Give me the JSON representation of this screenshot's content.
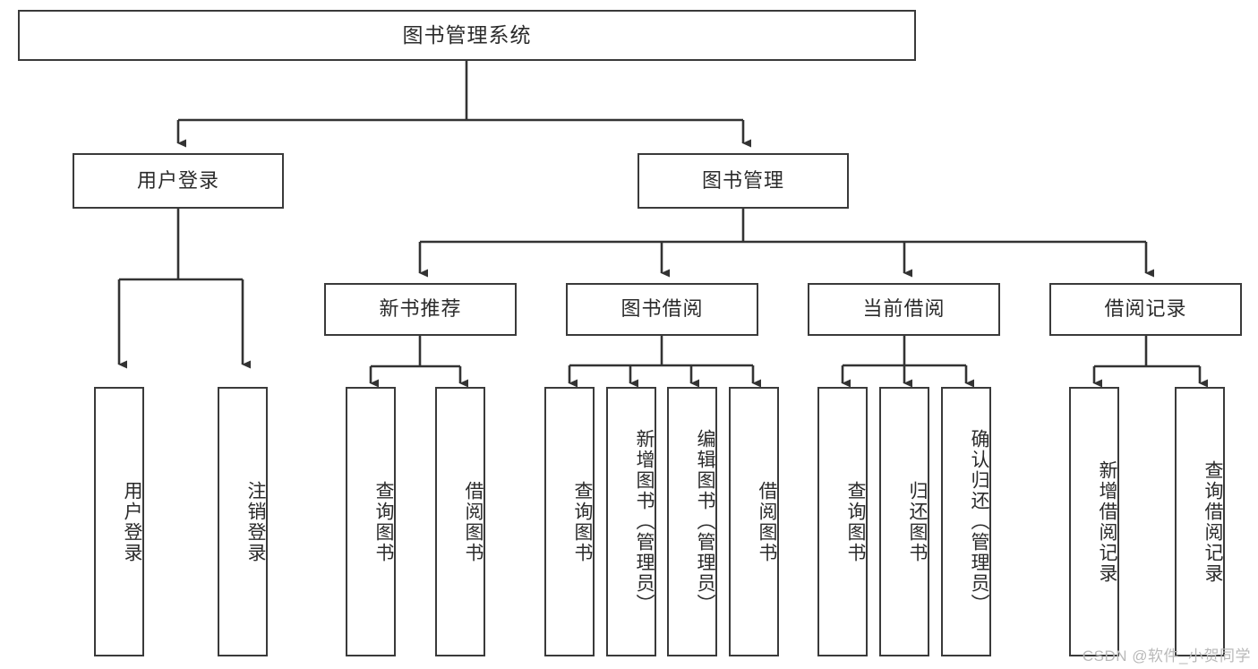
{
  "diagram": {
    "title": "图书管理系统",
    "type": "tree-hierarchy-chart",
    "root": {
      "label": "图书管理系统"
    },
    "level2": [
      {
        "label": "用户登录"
      },
      {
        "label": "图书管理"
      }
    ],
    "level3": [
      {
        "label": "新书推荐"
      },
      {
        "label": "图书借阅"
      },
      {
        "label": "当前借阅"
      },
      {
        "label": "借阅记录"
      }
    ],
    "leaves": {
      "user_login": [
        {
          "label": "用户登录"
        },
        {
          "label": "注销登录"
        }
      ],
      "new_book_recommend": [
        {
          "label": "查询图书"
        },
        {
          "label": "借阅图书"
        }
      ],
      "book_borrow": [
        {
          "label": "查询图书"
        },
        {
          "label": "新增图书（管理员）"
        },
        {
          "label": "编辑图书（管理员）"
        },
        {
          "label": "借阅图书"
        }
      ],
      "current_borrow": [
        {
          "label": "查询图书"
        },
        {
          "label": "归还图书"
        },
        {
          "label": "确认归还（管理员）"
        }
      ],
      "borrow_record": [
        {
          "label": "新增借阅记录"
        },
        {
          "label": "查询借阅记录"
        }
      ]
    }
  },
  "watermark": {
    "text": "CSDN @软件_小贺同学"
  },
  "colors": {
    "box_border": "#3a3a3a",
    "box_fill": "#ffffff",
    "text": "#2b2b2b",
    "connector": "#333333",
    "watermark": "#b9b9b9",
    "background": "#ffffff"
  }
}
